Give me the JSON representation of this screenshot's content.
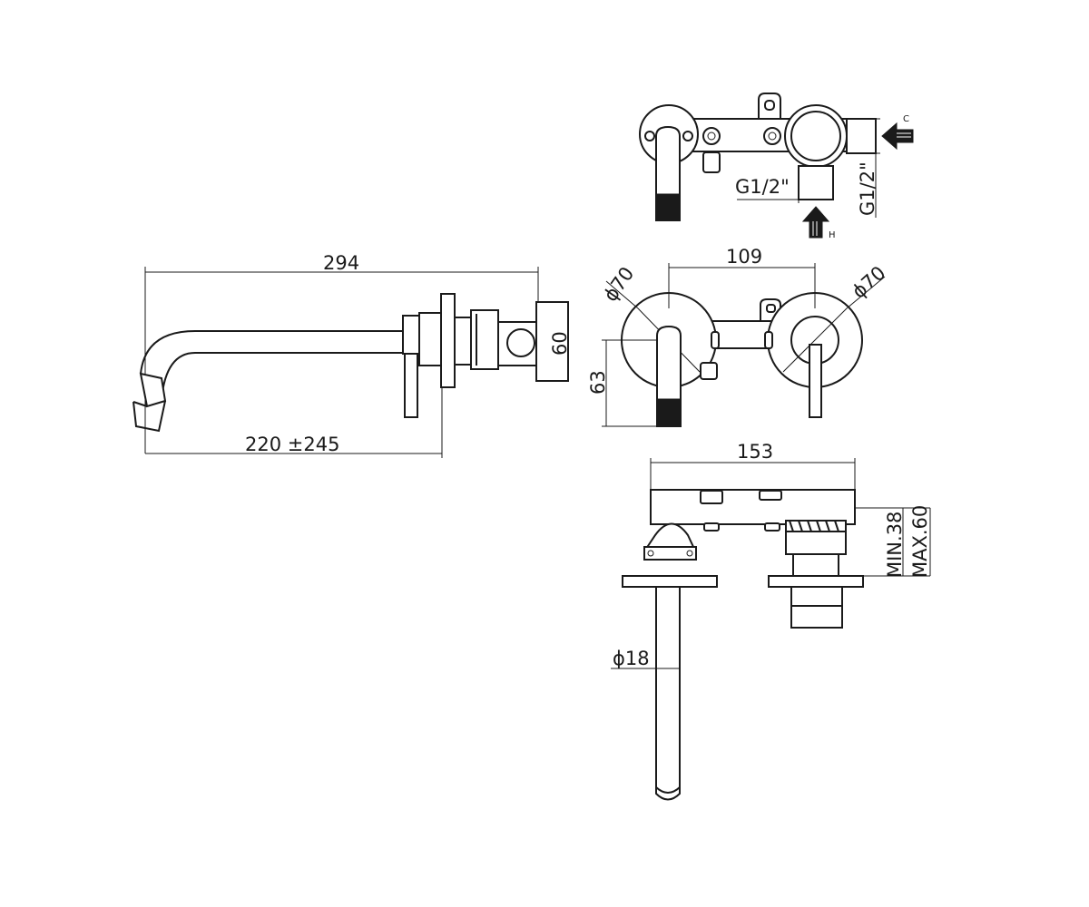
{
  "dimensions": {
    "side_overall_length": "294",
    "side_projection": "220 ±245",
    "side_height": "60",
    "front_spacing": "109",
    "front_left_diameter": "ϕ70",
    "front_right_diameter": "ϕ70",
    "front_spout_height": "63",
    "top_width": "153",
    "top_depth_range": "MIN.38 MAX.60",
    "top_spout_diameter": "ϕ18",
    "rear_connection_bottom": "G1/2\"",
    "rear_connection_side": "G1/2\""
  },
  "markers": {
    "cold_inlet": "C",
    "hot_inlet": "H"
  }
}
